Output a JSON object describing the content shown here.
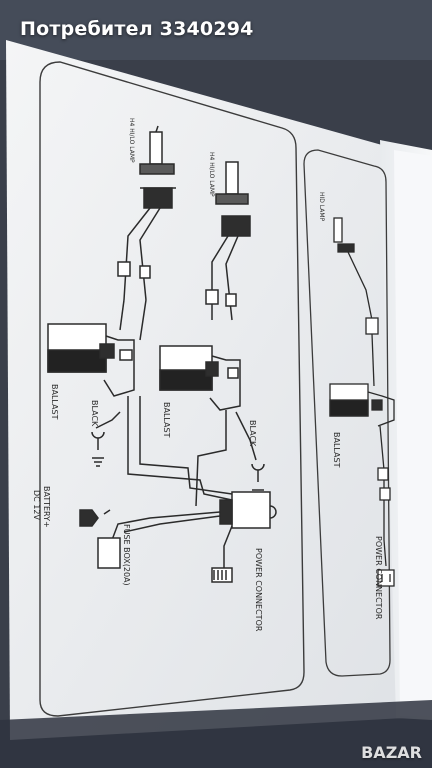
{
  "overlay": {
    "seller_title": "Потребител 3340294",
    "watermark_text": "BAZAR"
  },
  "diagram": {
    "labels": {
      "lamp_left": "H4 HI/LO LAMP",
      "lamp_right": "H4 HI/LO LAMP",
      "ballast_left": "BALLAST",
      "ballast_right": "BALLAST",
      "ballast_single": "BALLAST",
      "black_left": "BLACK",
      "black_right": "BLACK",
      "battery": "BATTERY+",
      "battery_voltage": "DC 12V",
      "fuse_box": "FUSE BOX(20A)",
      "power_connector_main": "POWER CONNECTOR",
      "power_connector_single": "POWER CONNECTOR",
      "single_lamp": "HID LAMP"
    }
  },
  "colors": {
    "background_cloth": "#3a3f4a",
    "paper": "#eef0f2",
    "ink": "#2b2b2b"
  }
}
